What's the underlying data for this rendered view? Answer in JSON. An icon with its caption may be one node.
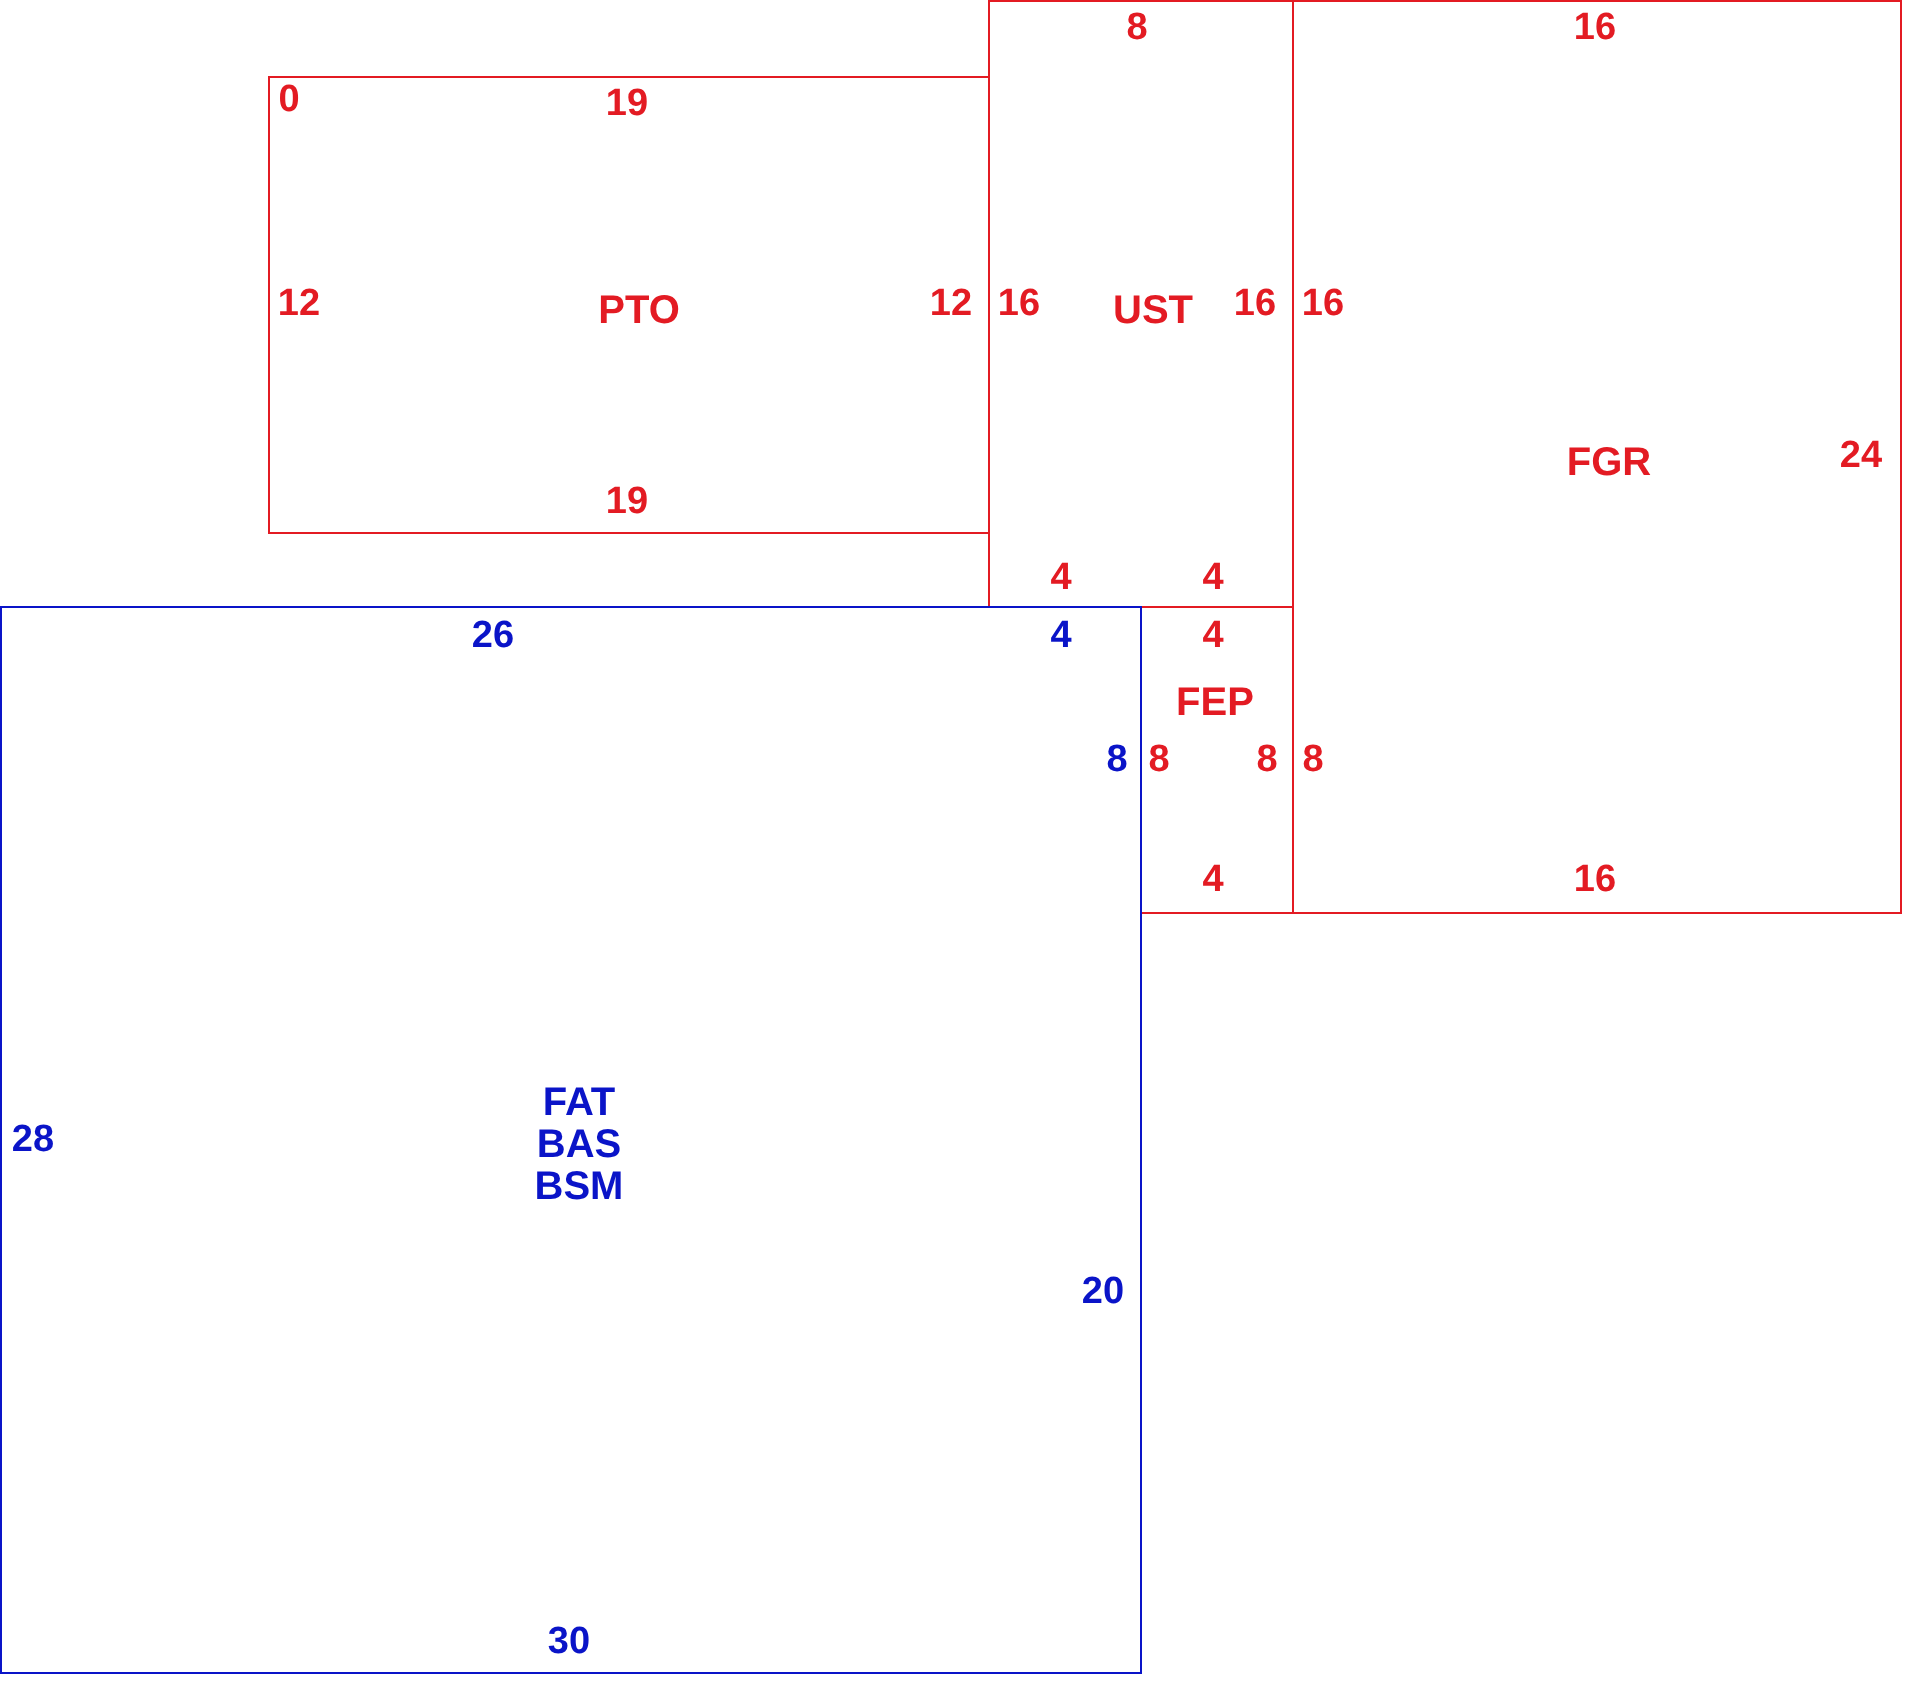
{
  "diagram": {
    "nodes": [
      {
        "text": [
          "0",
          "19",
          "12",
          "PTO",
          "12",
          "19"
        ]
      },
      {
        "text": [
          "8",
          "16",
          "UST",
          "16",
          "4",
          "4"
        ]
      },
      {
        "text": [
          "16",
          "16",
          "FGR",
          "24",
          "8",
          "16"
        ]
      },
      {
        "text": [
          "4",
          "8",
          "FEP",
          "8",
          "4"
        ]
      },
      {
        "text": [
          "26",
          "4",
          "8",
          "28",
          "FAT",
          "BAS",
          "BSM",
          "20",
          "30"
        ]
      }
    ]
  }
}
